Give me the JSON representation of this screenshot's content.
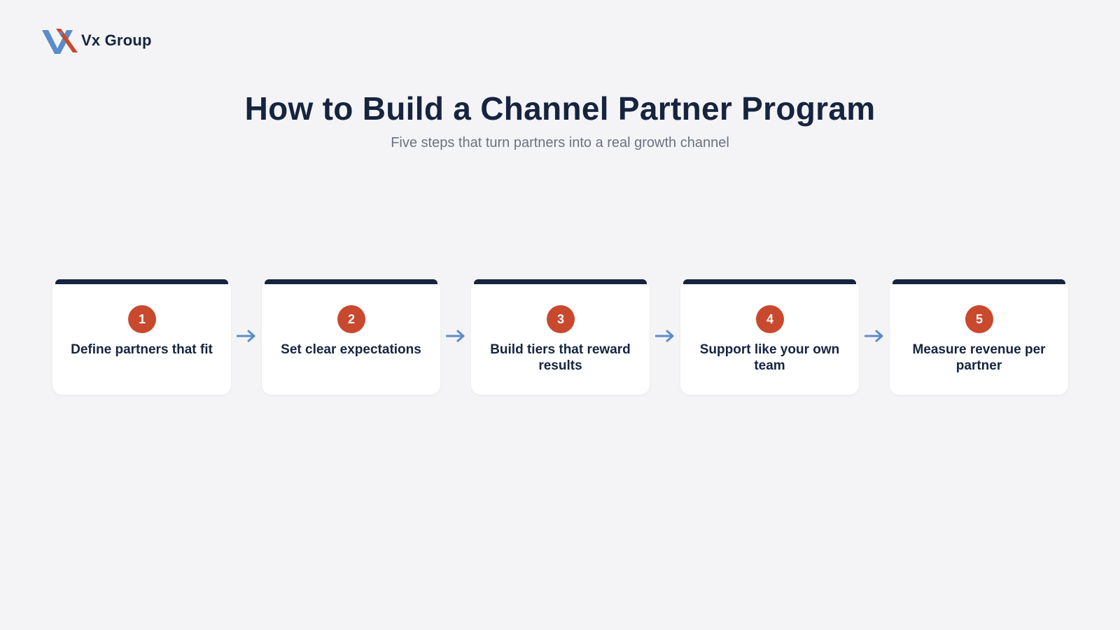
{
  "brand": {
    "name": "Vx Group",
    "logo_icon": "vx-logo-mark",
    "colors": {
      "navy": "#16243f",
      "accent": "#c8492e",
      "arrow": "#5b8cc9",
      "logo_blue": "#5b8cc9",
      "logo_orange": "#c8492e"
    }
  },
  "title": "How to Build a Channel Partner Program",
  "subtitle": "Five steps that turn partners into a real growth channel",
  "steps": [
    {
      "number": "1",
      "label": "Define partners that fit"
    },
    {
      "number": "2",
      "label": "Set clear expectations"
    },
    {
      "number": "3",
      "label": "Build tiers that reward results"
    },
    {
      "number": "4",
      "label": "Support like your own team"
    },
    {
      "number": "5",
      "label": "Measure revenue per partner"
    }
  ],
  "connector_icon": "arrow-right-icon"
}
